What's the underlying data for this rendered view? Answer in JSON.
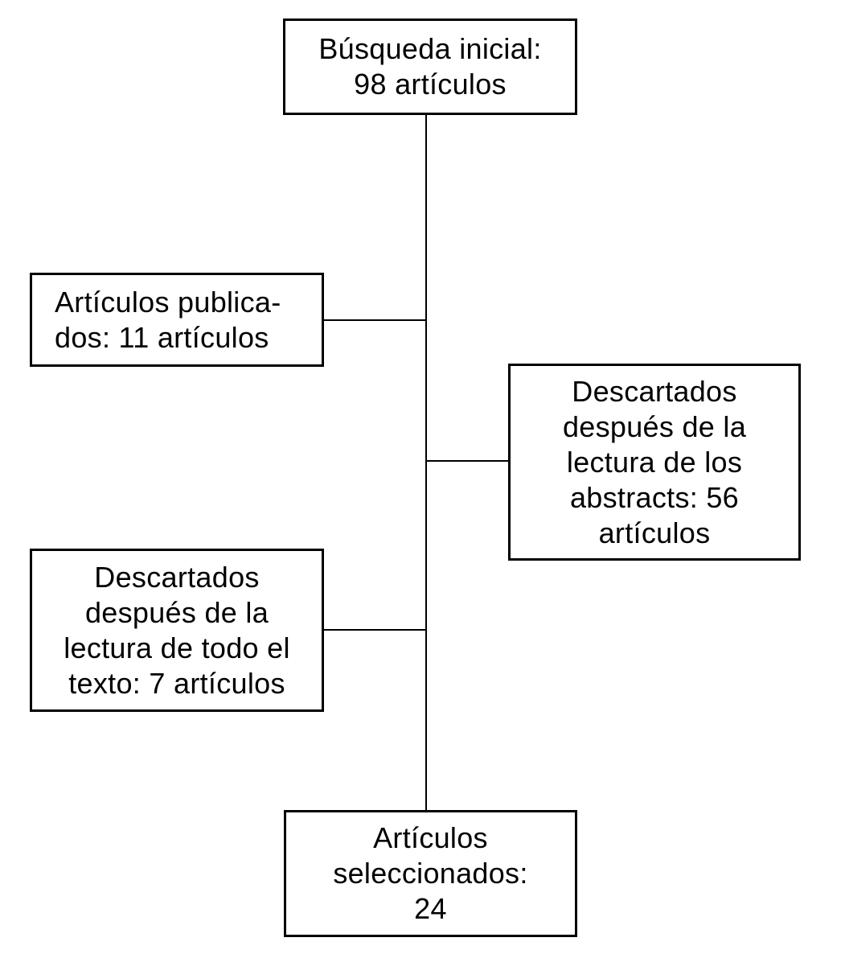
{
  "diagram": {
    "type": "flowchart",
    "colors": {
      "background": "#ffffff",
      "border": "#000000",
      "text": "#000000",
      "line": "#000000"
    },
    "nodes": [
      {
        "id": "busqueda-inicial",
        "text": "Búsqueda inicial:\n98 artículos"
      },
      {
        "id": "articulos-publicados",
        "text": "Artículos publica-\ndos: 11 artículos"
      },
      {
        "id": "descartados-abstracts",
        "text": "Descartados\ndespués de la\nlectura de los\nabstracts: 56\nartículos"
      },
      {
        "id": "descartados-texto",
        "text": "Descartados\ndespués de la\nlectura de todo el\ntexto: 7 artículos"
      },
      {
        "id": "articulos-seleccionados",
        "text": "Artículos\nseleccionados:\n24"
      }
    ],
    "edges": [
      {
        "from": "busqueda-inicial",
        "to": "articulos-seleccionados"
      },
      {
        "from": "busqueda-inicial",
        "to": "articulos-publicados"
      },
      {
        "from": "busqueda-inicial",
        "to": "descartados-abstracts"
      },
      {
        "from": "busqueda-inicial",
        "to": "descartados-texto"
      }
    ]
  }
}
